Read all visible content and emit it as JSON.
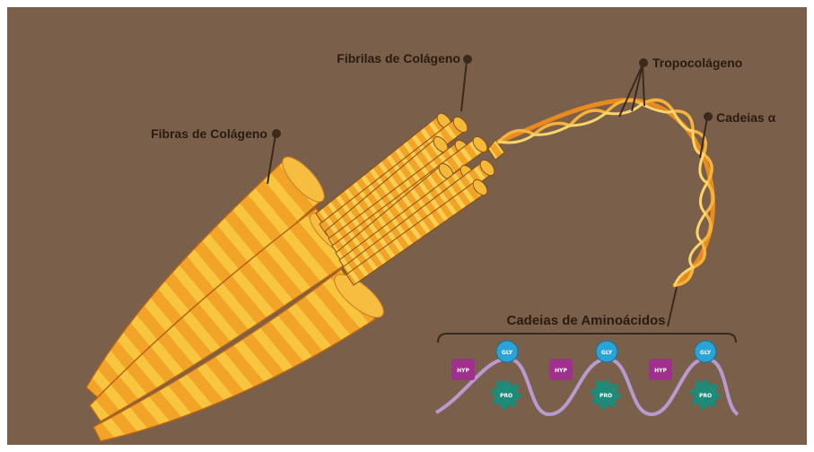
{
  "labels": {
    "fibras": "Fibras de Colágeno",
    "fibrilas": "Fibrilas de Colágeno",
    "tropocolageno": "Tropocolágeno",
    "cadeias_alfa": "Cadeias α",
    "aminoacidos": "Cadeias de Aminoácidos"
  },
  "amino_acids": [
    {
      "hyp": "HYP",
      "gly": "GLY",
      "pro": "PRO"
    },
    {
      "hyp": "HYP",
      "gly": "GLY",
      "pro": "PRO"
    },
    {
      "hyp": "HYP",
      "gly": "GLY",
      "pro": "PRO"
    }
  ],
  "colors": {
    "background": "#7a604a",
    "fiber_orange": "#f2a428",
    "fiber_yellow": "#f7cf4a",
    "leader_line": "#3a2a1e",
    "hyp_box": "#a0308e",
    "gly_circle": "#2aa3d6",
    "pro_star": "#1f8a78",
    "backbone": "#b79ad0"
  }
}
